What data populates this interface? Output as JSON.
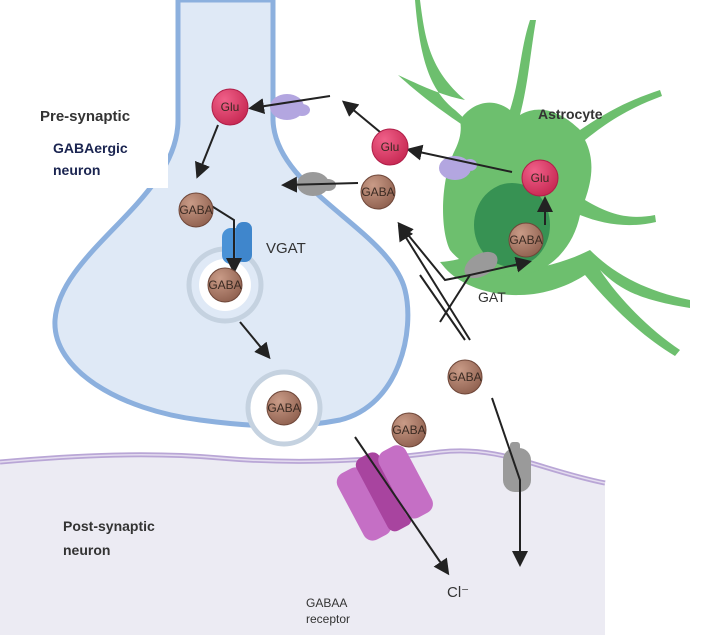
{
  "labels": {
    "presynaptic": "Pre-synaptic",
    "gabaergic_line1": "GABAergic",
    "gabaergic_line2": "neuron",
    "astrocyte": "Astrocyte",
    "vgat": "VGAT",
    "gat": "GAT",
    "postsynaptic_line1": "Post-synaptic",
    "postsynaptic_line2": "neuron",
    "chloride": "Cl⁻",
    "receptor_line1": "GABAA",
    "receptor_line2": "receptor"
  },
  "molecules": {
    "glu": "Glu",
    "gaba": "GABA"
  },
  "colors": {
    "neuron_fill": "#dfe9f6",
    "neuron_outline": "#8cb0de",
    "postsynaptic_fill": "#ecebf3",
    "postsynaptic_membrane": "#b9a6d6",
    "astrocyte": "#6dbf6e",
    "astrocyte_nucleus": "#2e8a4f",
    "glu": "#d8345f",
    "gaba": "#a47563",
    "vgat": "#4a92d6",
    "gaba_a_receptor": "#b659b6",
    "transporter_gray": "#9a9a9a",
    "transporter_purple": "#b3a6e0"
  }
}
